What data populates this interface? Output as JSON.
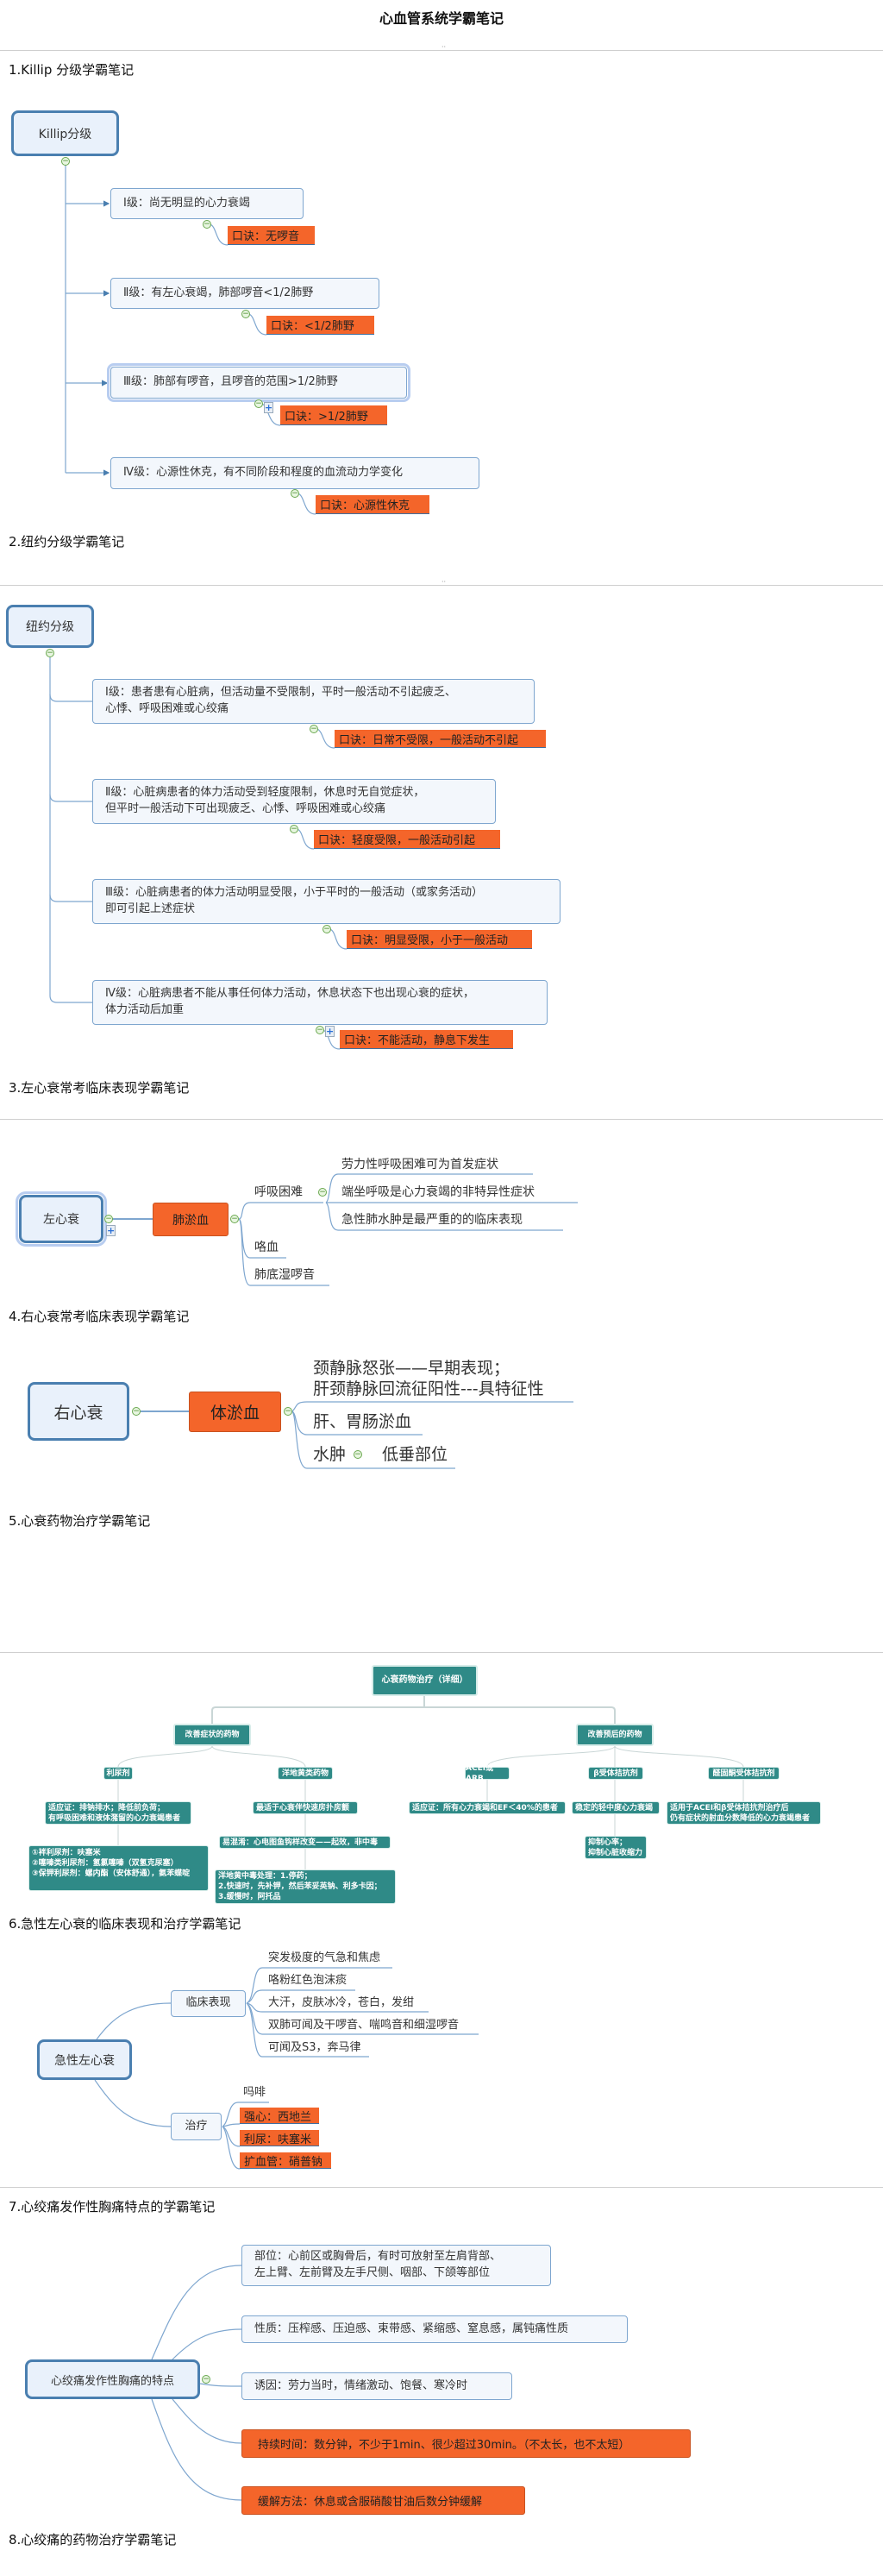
{
  "title": "心血管系统学霸笔记",
  "separator_mark": "··",
  "colors": {
    "accent_orange": "#f4652a",
    "node_border": "#4a7fb0",
    "dark_bg": "#15364a",
    "dark_node": "#2f8a87"
  },
  "s1": {
    "heading": "1.Killip 分级学霸笔记",
    "root": "Killip分级",
    "items": [
      {
        "text": "Ⅰ级：尚无明显的心力衰竭",
        "tip": "口诀：无啰音"
      },
      {
        "text": "Ⅱ级：有左心衰竭，肺部啰音<1/2肺野",
        "tip": "口诀：<1/2肺野"
      },
      {
        "text": "Ⅲ级：肺部有啰音，且啰音的范围>1/2肺野",
        "tip": "口诀：>1/2肺野"
      },
      {
        "text": "Ⅳ级：心源性休克，有不同阶段和程度的血流动力学变化",
        "tip": "口诀：心源性休克"
      }
    ]
  },
  "s2": {
    "heading": "2.纽约分级学霸笔记",
    "root": "纽约分级",
    "items": [
      {
        "text": "Ⅰ级：患者患有心脏病，但活动量不受限制，平时一般活动不引起疲乏、\n心悸、呼吸困难或心绞痛",
        "tip": "口诀：日常不受限，一般活动不引起"
      },
      {
        "text": "Ⅱ级：心脏病患者的体力活动受到轻度限制，休息时无自觉症状，\n但平时一般活动下可出现疲乏、心悸、呼吸困难或心绞痛",
        "tip": "口诀：轻度受限，一般活动引起"
      },
      {
        "text": "Ⅲ级：心脏病患者的体力活动明显受限，小于平时的一般活动（或家务活动）\n即可引起上述症状",
        "tip": "口诀：明显受限，小于一般活动"
      },
      {
        "text": "Ⅳ级：心脏病患者不能从事任何体力活动，休息状态下也出现心衰的症状，\n体力活动后加重",
        "tip": "口诀：不能活动，静息下发生"
      }
    ]
  },
  "s3": {
    "heading": "3.左心衰常考临床表现学霸笔记",
    "root": "左心衰",
    "center": "肺淤血",
    "branch": "呼吸困难",
    "sub": [
      "劳力性呼吸困难可为首发症状",
      "端坐呼吸是心力衰竭的非特异性症状",
      "急性肺水肿是最严重的的临床表现"
    ],
    "others": [
      "咯血",
      "肺底湿啰音"
    ]
  },
  "s4": {
    "heading": "4.右心衰常考临床表现学霸笔记",
    "root": "右心衰",
    "center": "体淤血",
    "items": [
      "颈静脉怒张——早期表现；\n肝颈静脉回流征阳性---具特征性",
      "肝、胃肠淤血",
      "水肿"
    ],
    "edema_sub": "低垂部位"
  },
  "s5": {
    "heading": "5.心衰药物治疗学霸笔记",
    "root": "心衰药物治疗（详细）",
    "left": "改善症状的药物",
    "right": "改善预后的药物",
    "diuretic": "利尿剂",
    "diuretic_desc": "适应证：排钠排水；降低前负荷；\n有呼吸困难和液体潴留的心力衰竭患者",
    "diuretic_list": "①袢利尿剂：呋塞米\n②噻嗪类利尿剂：氢氯噻嗪（双氢克尿塞）\n③保钾利尿剂：螺内酯（安体舒通），氨苯蝶啶",
    "digitalis": "洋地黄类药物",
    "digitalis_desc": "最适于心衰伴快速房扑房颤",
    "digitalis_confuse": "易混淆：心电图鱼钩样改变——起效，非中毒",
    "digitalis_tox": "洋地黄中毒处理：1.停药；\n2.快速时，先补钾，然后苯妥英钠、利多卡因；\n3.缓慢时，阿托品",
    "acei": "ACEI或ARB",
    "acei_desc": "适应证：所有心力衰竭和EF＜40%的患者",
    "beta": "β受体拮抗剂",
    "beta_desc": "稳定的轻中度心力衰竭",
    "beta_effect": "抑制心率；\n抑制心脏收缩力",
    "aldo": "醛固酮受体拮抗剂",
    "aldo_desc": "适用于ACEI和β受体拮抗剂治疗后\n仍有症状的射血分数降低的心力衰竭患者"
  },
  "s6": {
    "heading": "6.急性左心衰的临床表现和治疗学霸笔记",
    "root": "急性左心衰",
    "clinical": "临床表现",
    "clinical_items": [
      "突发极度的气急和焦虑",
      "咯粉红色泡沫痰",
      "大汗，皮肤冰冷，苍白，发绀",
      "双肺可闻及干啰音、喘鸣音和细湿啰音",
      "可闻及S3，奔马律"
    ],
    "treatment": "治疗",
    "treatment_first": "吗啡",
    "treatment_items": [
      "强心：西地兰",
      "利尿：呋塞米",
      "扩血管：硝普钠"
    ]
  },
  "s7": {
    "heading": "7.心绞痛发作性胸痛特点的学霸笔记",
    "root": "心绞痛发作性胸痛的特点",
    "items": [
      "部位：心前区或胸骨后，有时可放射至左肩背部、\n左上臂、左前臂及左手尺侧、咽部、下颌等部位",
      "性质：压榨感、压迫感、束带感、紧缩感、窒息感，属钝痛性质",
      "诱因：劳力当时，情绪激动、饱餐、寒冷时",
      "持续时间：数分钟，不少于1min、很少超过30min。（不太长，也不太短）",
      "缓解方法：休息或含服硝酸甘油后数分钟缓解"
    ]
  },
  "s8": {
    "heading": "8.心绞痛的药物治疗学霸笔记"
  }
}
